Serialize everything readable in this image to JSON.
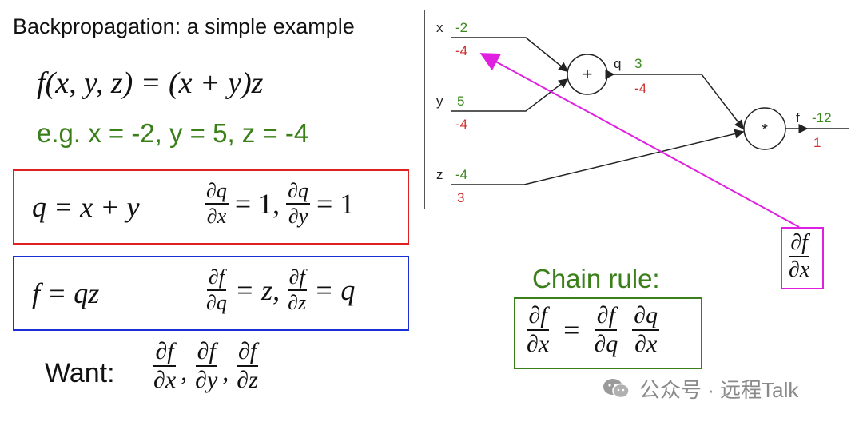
{
  "title": "Backpropagation: a simple example",
  "function": {
    "lhs": "f(x, y, z) = ",
    "rhs": "(x + y)z"
  },
  "example": "e.g. x = -2, y = 5, z = -4",
  "q_box": {
    "eq": "q = x + y",
    "d1_num": "∂q",
    "d1_den": "∂x",
    "d1_val": "= 1,",
    "d2_num": "∂q",
    "d2_den": "∂y",
    "d2_val": "= 1"
  },
  "f_box": {
    "eq": "f = qz",
    "d1_num": "∂f",
    "d1_den": "∂q",
    "d1_val": "= z,",
    "d2_num": "∂f",
    "d2_den": "∂z",
    "d2_val": "= q"
  },
  "want": {
    "label": "Want:",
    "f1_num": "∂f",
    "f1_den": "∂x",
    "f2_num": "∂f",
    "f2_den": "∂y",
    "f3_num": "∂f",
    "f3_den": "∂z",
    "comma": ","
  },
  "chain_rule": {
    "label": "Chain rule:",
    "lhs_num": "∂f",
    "lhs_den": "∂x",
    "eq": "=",
    "r1_num": "∂f",
    "r1_den": "∂q",
    "r2_num": "∂q",
    "r2_den": "∂x"
  },
  "highlight": {
    "num": "∂f",
    "den": "∂x"
  },
  "graph": {
    "nodes": [
      {
        "id": "x",
        "label": "x",
        "forward": "-2",
        "backward": "-4"
      },
      {
        "id": "y",
        "label": "y",
        "forward": "5",
        "backward": "-4"
      },
      {
        "id": "z",
        "label": "z",
        "forward": "-4",
        "backward": "3"
      },
      {
        "id": "q",
        "label": "q",
        "forward": "3",
        "backward": "-4"
      },
      {
        "id": "f",
        "label": "f",
        "forward": "-12",
        "backward": "1"
      }
    ],
    "ops": {
      "add": "+",
      "mul": "*"
    },
    "colors": {
      "forward": "#3a8a1f",
      "backward": "#d23030",
      "arrow": "#e020e0",
      "line": "#222222"
    }
  },
  "watermark": "公众号 · 远程Talk"
}
